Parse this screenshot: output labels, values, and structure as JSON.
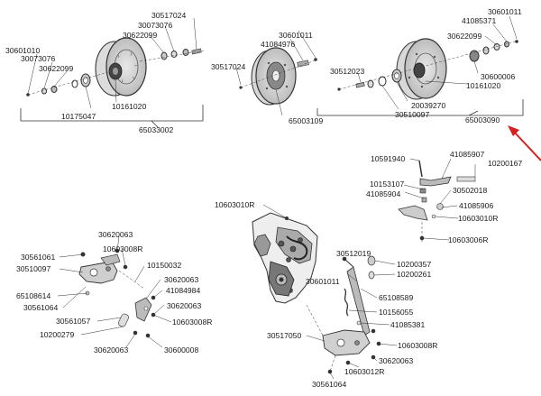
{
  "accent_color": "#d62020",
  "labels": {
    "p30601010": "30601010",
    "p30073076_l": "30073076",
    "p30622099_l": "30622099",
    "p10175047": "10175047",
    "p10161020_l": "10161020",
    "p65033002": "65033002",
    "p30517024_t": "30517024",
    "p30073076_t": "30073076",
    "p30622099_t": "30622099",
    "p30601011_c": "30601011",
    "p41084976": "41084976",
    "p30517024_c": "30517024",
    "p65003109": "65003109",
    "p30601011_r": "30601011",
    "p41085371": "41085371",
    "p30622099_r": "30622099",
    "p30512023": "30512023",
    "p30600006": "30600006",
    "p10161020_r": "10161020",
    "p20039270": "20039270",
    "p30510097_r": "30510097",
    "p65003090": "65003090",
    "p10591940": "10591940",
    "p41085907": "41085907",
    "p10200167": "10200167",
    "p10153107": "10153107",
    "p30502018": "30502018",
    "p41085904": "41085904",
    "p41085906": "41085906",
    "p10603010R_l": "10603010R",
    "p10603010R_r": "10603010R",
    "p10603006R": "10603006R",
    "p30620063_a": "30620063",
    "p10603008R_a": "10603008R",
    "p30561061": "30561061",
    "p30510097_l": "30510097",
    "p10150032": "10150032",
    "p30620063_b": "30620063",
    "p65108614": "65108614",
    "p41084984": "41084984",
    "p30561064_l": "30561064",
    "p30620063_c": "30620063",
    "p30561057": "30561057",
    "p10603008R_b": "10603008R",
    "p10200279": "10200279",
    "p30620063_d": "30620063",
    "p30600008": "30600008",
    "p30512019": "30512019",
    "p10200357": "10200357",
    "p10200261": "10200261",
    "p30601011_m": "30601011",
    "p65108589": "65108589",
    "p10156055": "10156055",
    "p41085381": "41085381",
    "p30517050": "30517050",
    "p10603008R_c": "10603008R",
    "p30620063_e": "30620063",
    "p10603012R": "10603012R",
    "p30561064_b": "30561064"
  }
}
